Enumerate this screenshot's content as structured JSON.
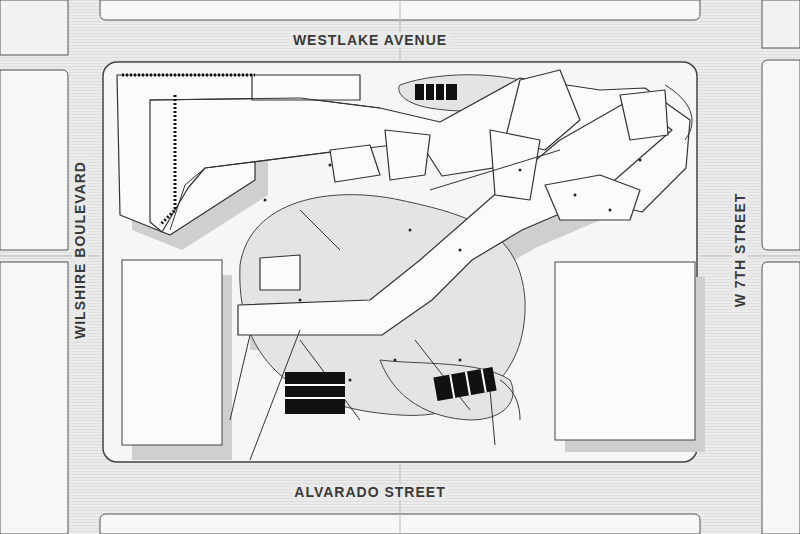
{
  "diagram": {
    "labels": [
      "WESTLAKE AVENUE",
      "WILSHIRE BOULEVARD",
      "W 7TH STREET",
      "ALVARADO STREET"
    ]
  }
}
